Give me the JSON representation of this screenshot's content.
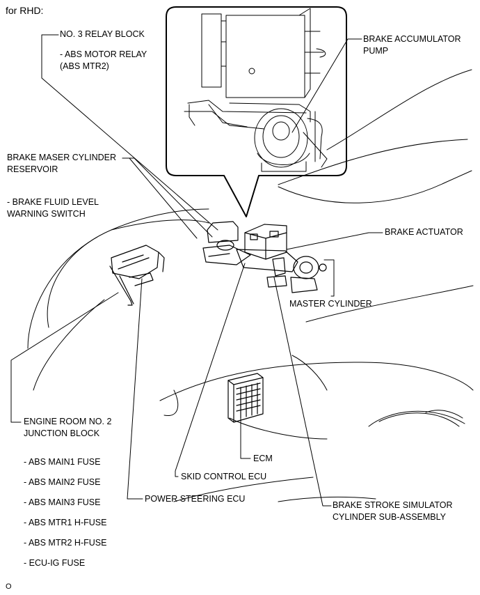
{
  "header": {
    "title": "for RHD:"
  },
  "labels": {
    "relay_block": "NO. 3 RELAY BLOCK",
    "relay_block_item_1": "- ABS MOTOR RELAY",
    "relay_block_item_2": "(ABS MTR2)",
    "accumulator_1": "BRAKE ACCUMULATOR",
    "accumulator_2": "PUMP",
    "reservoir_1": "BRAKE MASER CYLINDER",
    "reservoir_2": "RESERVOIR",
    "fluid_switch_1": "- BRAKE FLUID LEVEL",
    "fluid_switch_2": "WARNING SWITCH",
    "actuator": "BRAKE ACTUATOR",
    "master_cylinder": "MASTER CYLINDER",
    "junction_1": "ENGINE ROOM NO. 2",
    "junction_2": "JUNCTION BLOCK",
    "ecm": "ECM",
    "skid_ecu": "SKID CONTROL ECU",
    "ps_ecu": "POWER STEERING ECU",
    "stroke_sim_1": "BRAKE STROKE SIMULATOR",
    "stroke_sim_2": "CYLINDER SUB-ASSEMBLY"
  },
  "fuses": [
    "- ABS MAIN1 FUSE",
    "- ABS MAIN2 FUSE",
    "- ABS MAIN3 FUSE",
    "- ABS MTR1 H-FUSE",
    "- ABS MTR2 H-FUSE",
    "- ECU-IG FUSE"
  ],
  "footer": {
    "code": "O"
  }
}
